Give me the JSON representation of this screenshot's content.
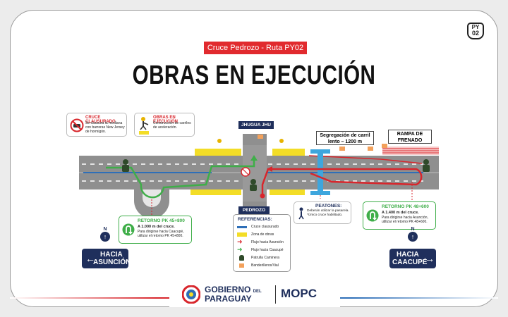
{
  "header": {
    "badge_top": "PY",
    "badge_bottom": "02",
    "route_tag": "Cruce Pedrozo - Ruta PY02",
    "title": "OBRAS EN EJECUCIÓN"
  },
  "legend_top": {
    "closed_cross_title": "CRUCE CLAUSURADO",
    "closed_cross_text": "Se clausura la mediana con barreras New Jersey de hormigón.",
    "works_title": "OBRAS EN EJECUCIÓN",
    "works_text": "Construcción de carriles de aceleración."
  },
  "map_labels": {
    "jhugua_jhu": "JHUGUA JHU",
    "pedrozo": "PEDROZO",
    "slow_lane_segregation": "Segregación de carril lento – 1200 m",
    "braking_ramp": "RAMPA DE FRENADO",
    "pedestrians_title": "PEATONES:",
    "pedestrians_text": "Deberán utilizar la pasarela. *Único cruce habilitado."
  },
  "return_left": {
    "title": "RETORNO PK 45+800",
    "distance": "A 1.000 m del cruce.",
    "text": "Para dirigirse hacia Caacupé, utilizar el retorno PK 45+800."
  },
  "return_right": {
    "title": "RETORNO PK 48+600",
    "distance": "A 1.400 m del cruce.",
    "text": "Para dirigirse hacia Asunción, utilizar el retorno PK 48+600."
  },
  "references": {
    "title": "REFERENCIAS:",
    "items": [
      {
        "label": "Cruce clausurado",
        "color": "#2e6fb8"
      },
      {
        "label": "Zona de obras",
        "color": "#f3dd27"
      },
      {
        "label": "Flujo hacia Asunción",
        "color": "#d8262c"
      },
      {
        "label": "Flujo hacia Caacupé",
        "color": "#3fae49"
      },
      {
        "label": "Patrulla Caminera",
        "color": "#2f4a2a"
      },
      {
        "label": "Banderilleros/Vial",
        "color": "#f3a15b"
      }
    ]
  },
  "directions": {
    "left_north": "N",
    "left_line1": "HACIA",
    "left_line2": "ASUNCIÓN",
    "right_north": "N",
    "right_line1": "HACIA",
    "right_line2": "CAACUPÉ"
  },
  "footer": {
    "gov_line1": "GOBIERNO",
    "gov_del": "DEL",
    "gov_line2": "PARAGUAY",
    "ministry": "MOPC"
  },
  "colors": {
    "red": "#d8262c",
    "green": "#3fae49",
    "blue": "#2e6fb8",
    "yellow": "#f3dd27",
    "navy": "#1f2f5c",
    "road": "#8f8f8f"
  }
}
